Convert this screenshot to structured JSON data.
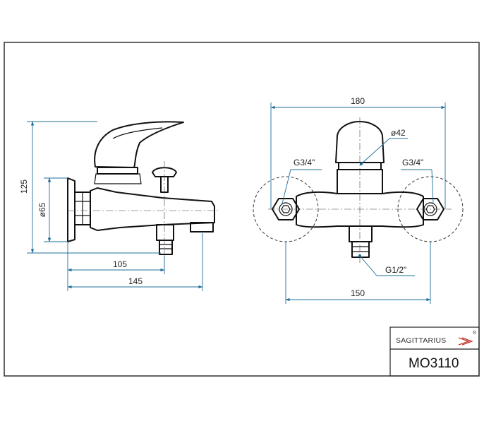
{
  "side_view": {
    "height_label": "125",
    "diameter_label": "ø65",
    "depth_label_1": "105",
    "depth_label_2": "145"
  },
  "front_view": {
    "width_label": "180",
    "handle_diameter_label": "ø42",
    "inlet_left_label": "G3/4\"",
    "inlet_right_label": "G3/4\"",
    "outlet_label": "G1/2\"",
    "centers_label": "150"
  },
  "title_block": {
    "brand": "SAGITTARIUS",
    "registered_mark": "®",
    "model": "MO3110"
  },
  "colors": {
    "dimension": "#1f6d99",
    "logo_accent": "#c0392b"
  }
}
